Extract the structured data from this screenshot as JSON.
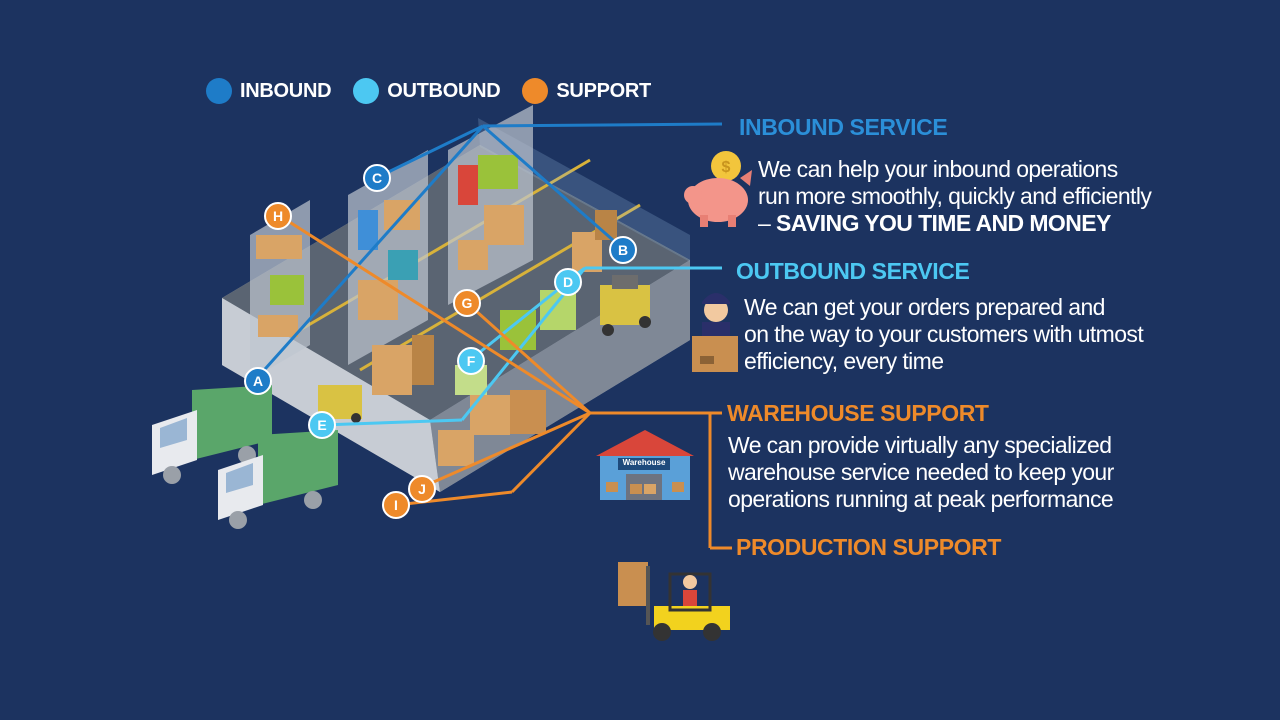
{
  "legend": {
    "inbound": {
      "label": "INBOUND",
      "color": "#1e7cc8"
    },
    "outbound": {
      "label": "OUTBOUND",
      "color": "#4cc8f2"
    },
    "support": {
      "label": "SUPPORT",
      "color": "#ee8a2a"
    }
  },
  "services": {
    "inbound": {
      "title": "INBOUND SERVICE",
      "line1": "We can help your inbound operations",
      "line2": "run more smoothly, quickly and efficiently",
      "line3_prefix": "– ",
      "line3_bold": "SAVING YOU TIME AND MONEY",
      "icon": "piggy-bank-icon"
    },
    "outbound": {
      "title": "OUTBOUND SERVICE",
      "line1": "We can get your orders prepared and",
      "line2": "on the way to your customers with utmost",
      "line3": "efficiency, every time",
      "icon": "delivery-worker-icon"
    },
    "warehouse": {
      "title": "WAREHOUSE SUPPORT",
      "line1": "We can provide virtually any specialized",
      "line2": "warehouse service needed to keep your",
      "line3": "operations running at peak performance",
      "icon": "warehouse-building-icon",
      "sign": "Warehouse"
    },
    "production": {
      "title": "PRODUCTION SUPPORT",
      "icon": "forklift-icon"
    }
  },
  "nodes": {
    "A": {
      "label": "A",
      "type": "inbound"
    },
    "B": {
      "label": "B",
      "type": "inbound"
    },
    "C": {
      "label": "C",
      "type": "inbound"
    },
    "D": {
      "label": "D",
      "type": "outbound"
    },
    "E": {
      "label": "E",
      "type": "outbound"
    },
    "F": {
      "label": "F",
      "type": "outbound"
    },
    "G": {
      "label": "G",
      "type": "support"
    },
    "H": {
      "label": "H",
      "type": "support"
    },
    "I": {
      "label": "I",
      "type": "support"
    },
    "J": {
      "label": "J",
      "type": "support"
    }
  },
  "colors": {
    "background": "#1c3360",
    "inbound_title": "#2b8fd8",
    "outbound_title": "#4cc8f2",
    "support_title": "#ee8a2a"
  }
}
